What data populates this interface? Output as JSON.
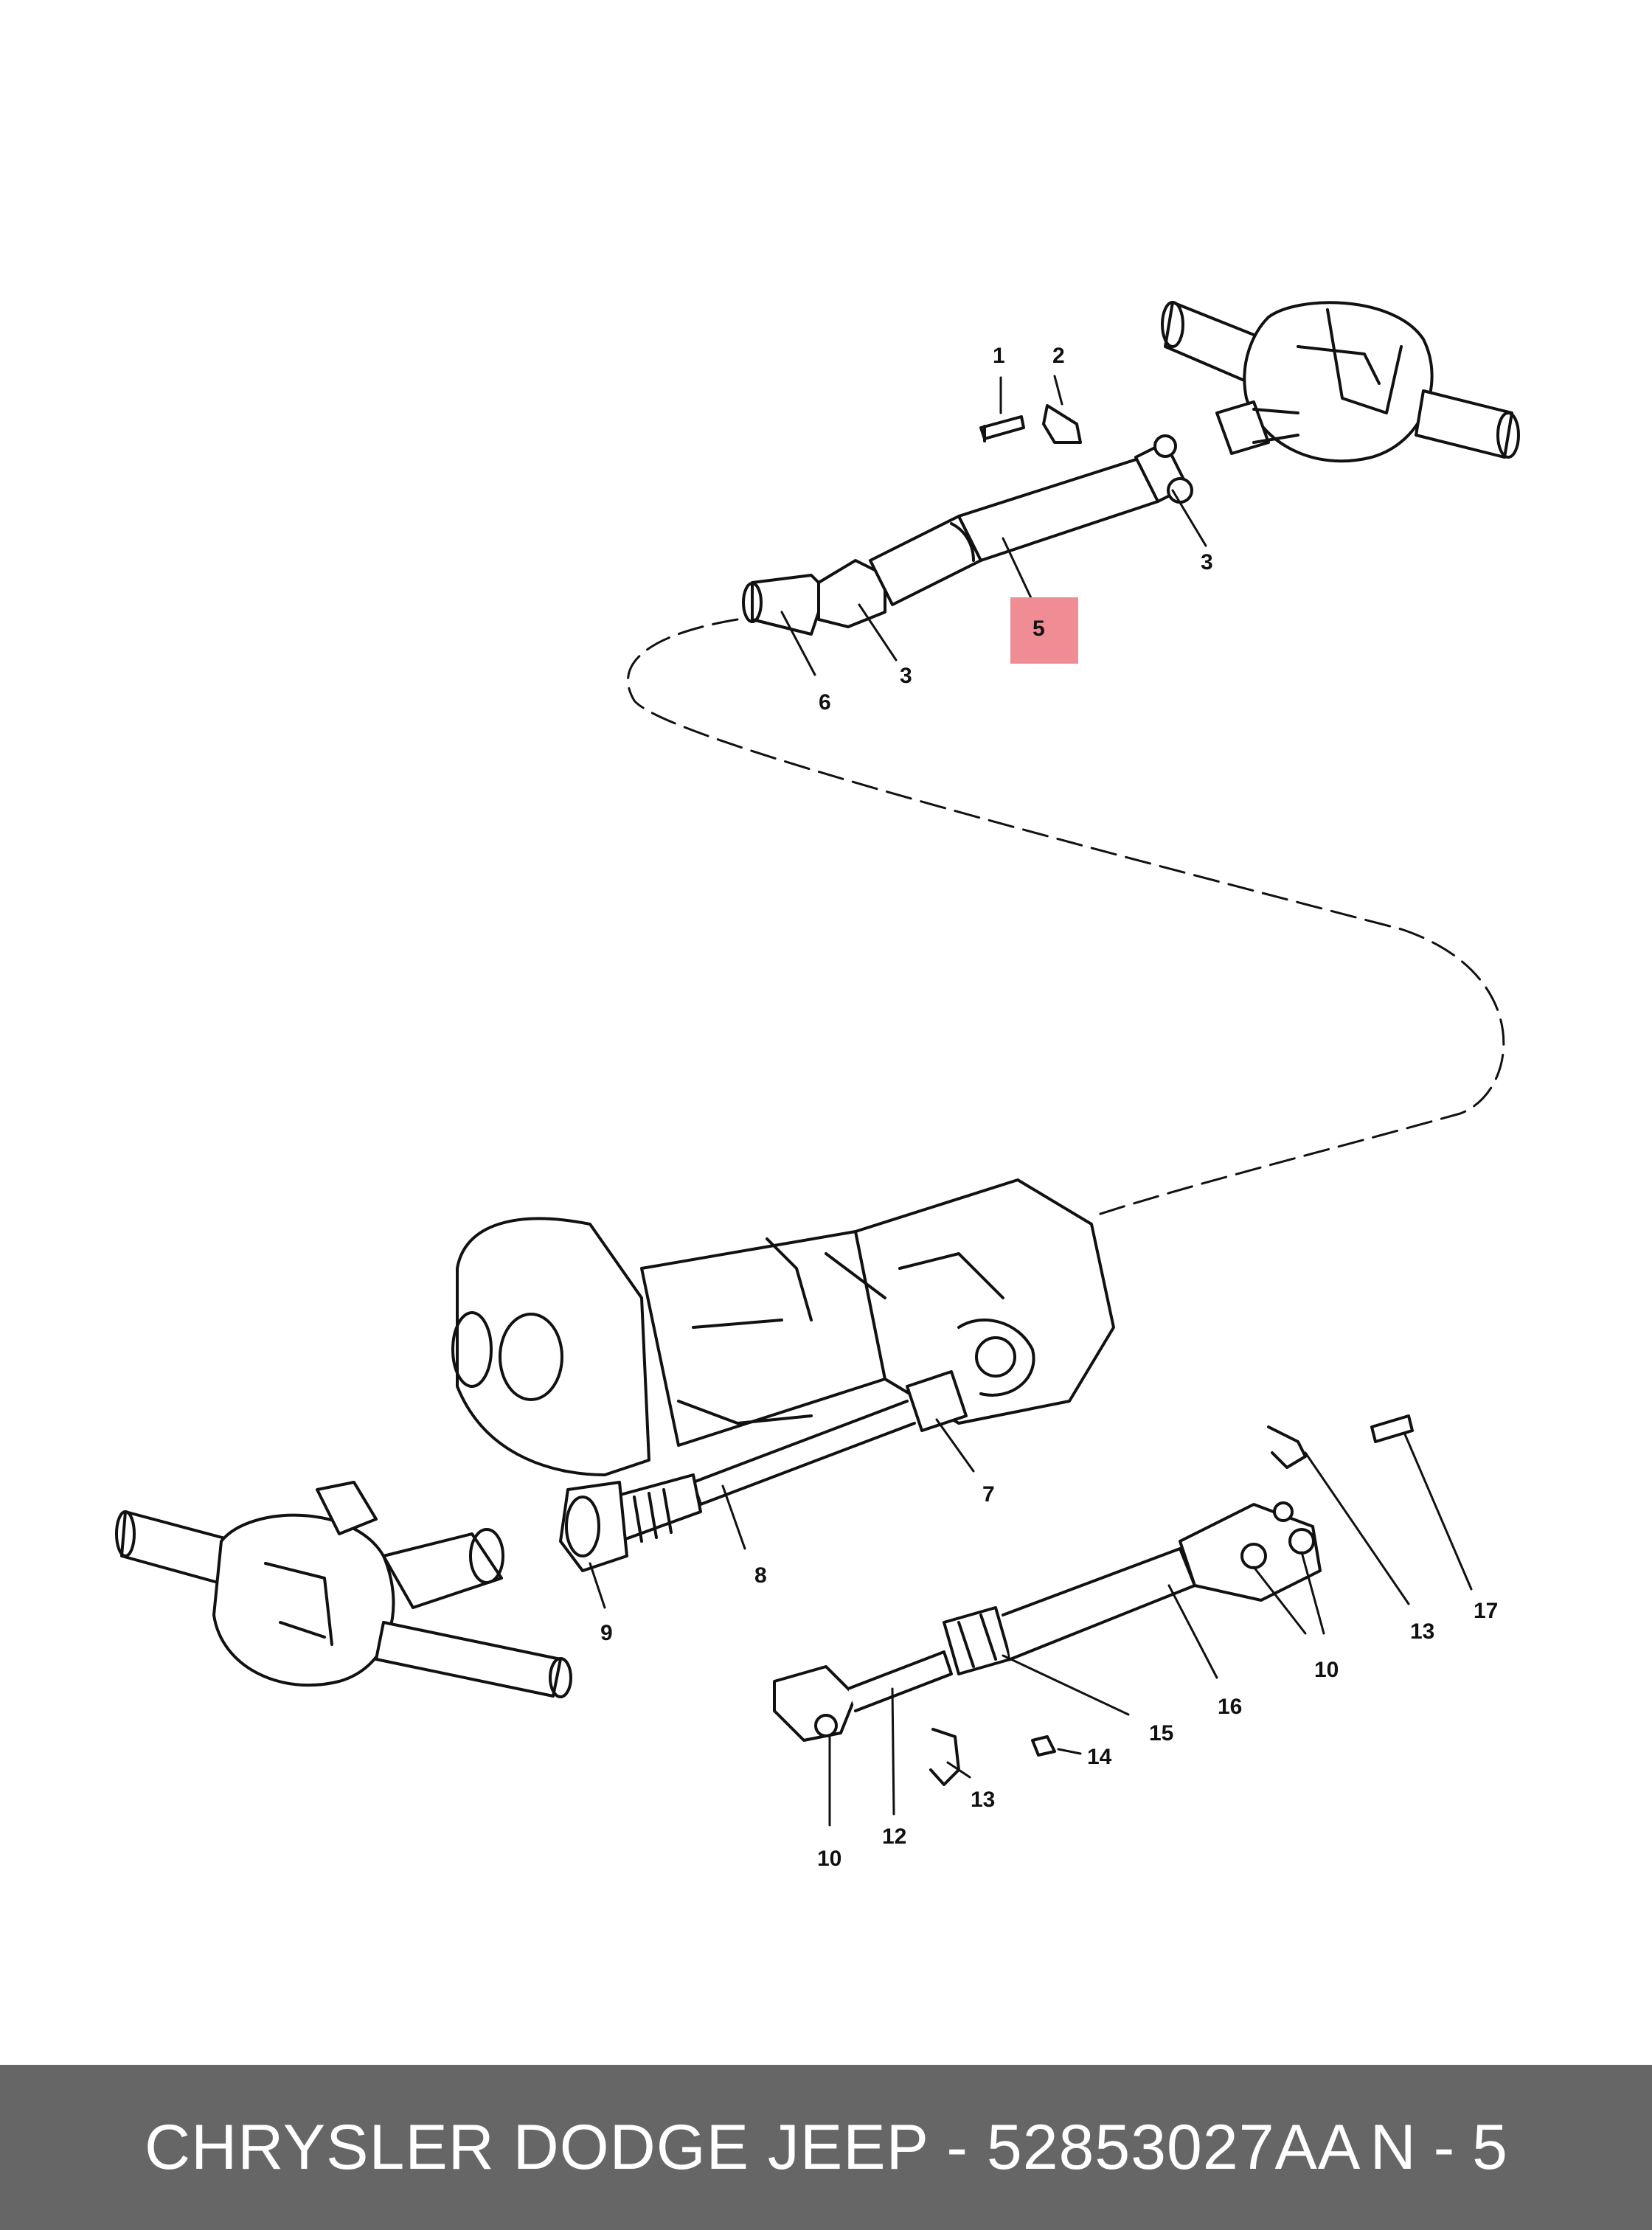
{
  "footer": {
    "title": "CHRYSLER DODGE JEEP - 52853027AA",
    "page": "N - 5"
  },
  "highlight_color": "#f08c94",
  "callouts": {
    "c1": "1",
    "c2": "2",
    "c3a": "3",
    "c3b": "3",
    "c5": "5",
    "c6": "6",
    "c7": "7",
    "c8": "8",
    "c9": "9",
    "c10a": "10",
    "c10b": "10",
    "c12": "12",
    "c13a": "13",
    "c13b": "13",
    "c14": "14",
    "c15": "15",
    "c16": "16",
    "c17": "17"
  }
}
